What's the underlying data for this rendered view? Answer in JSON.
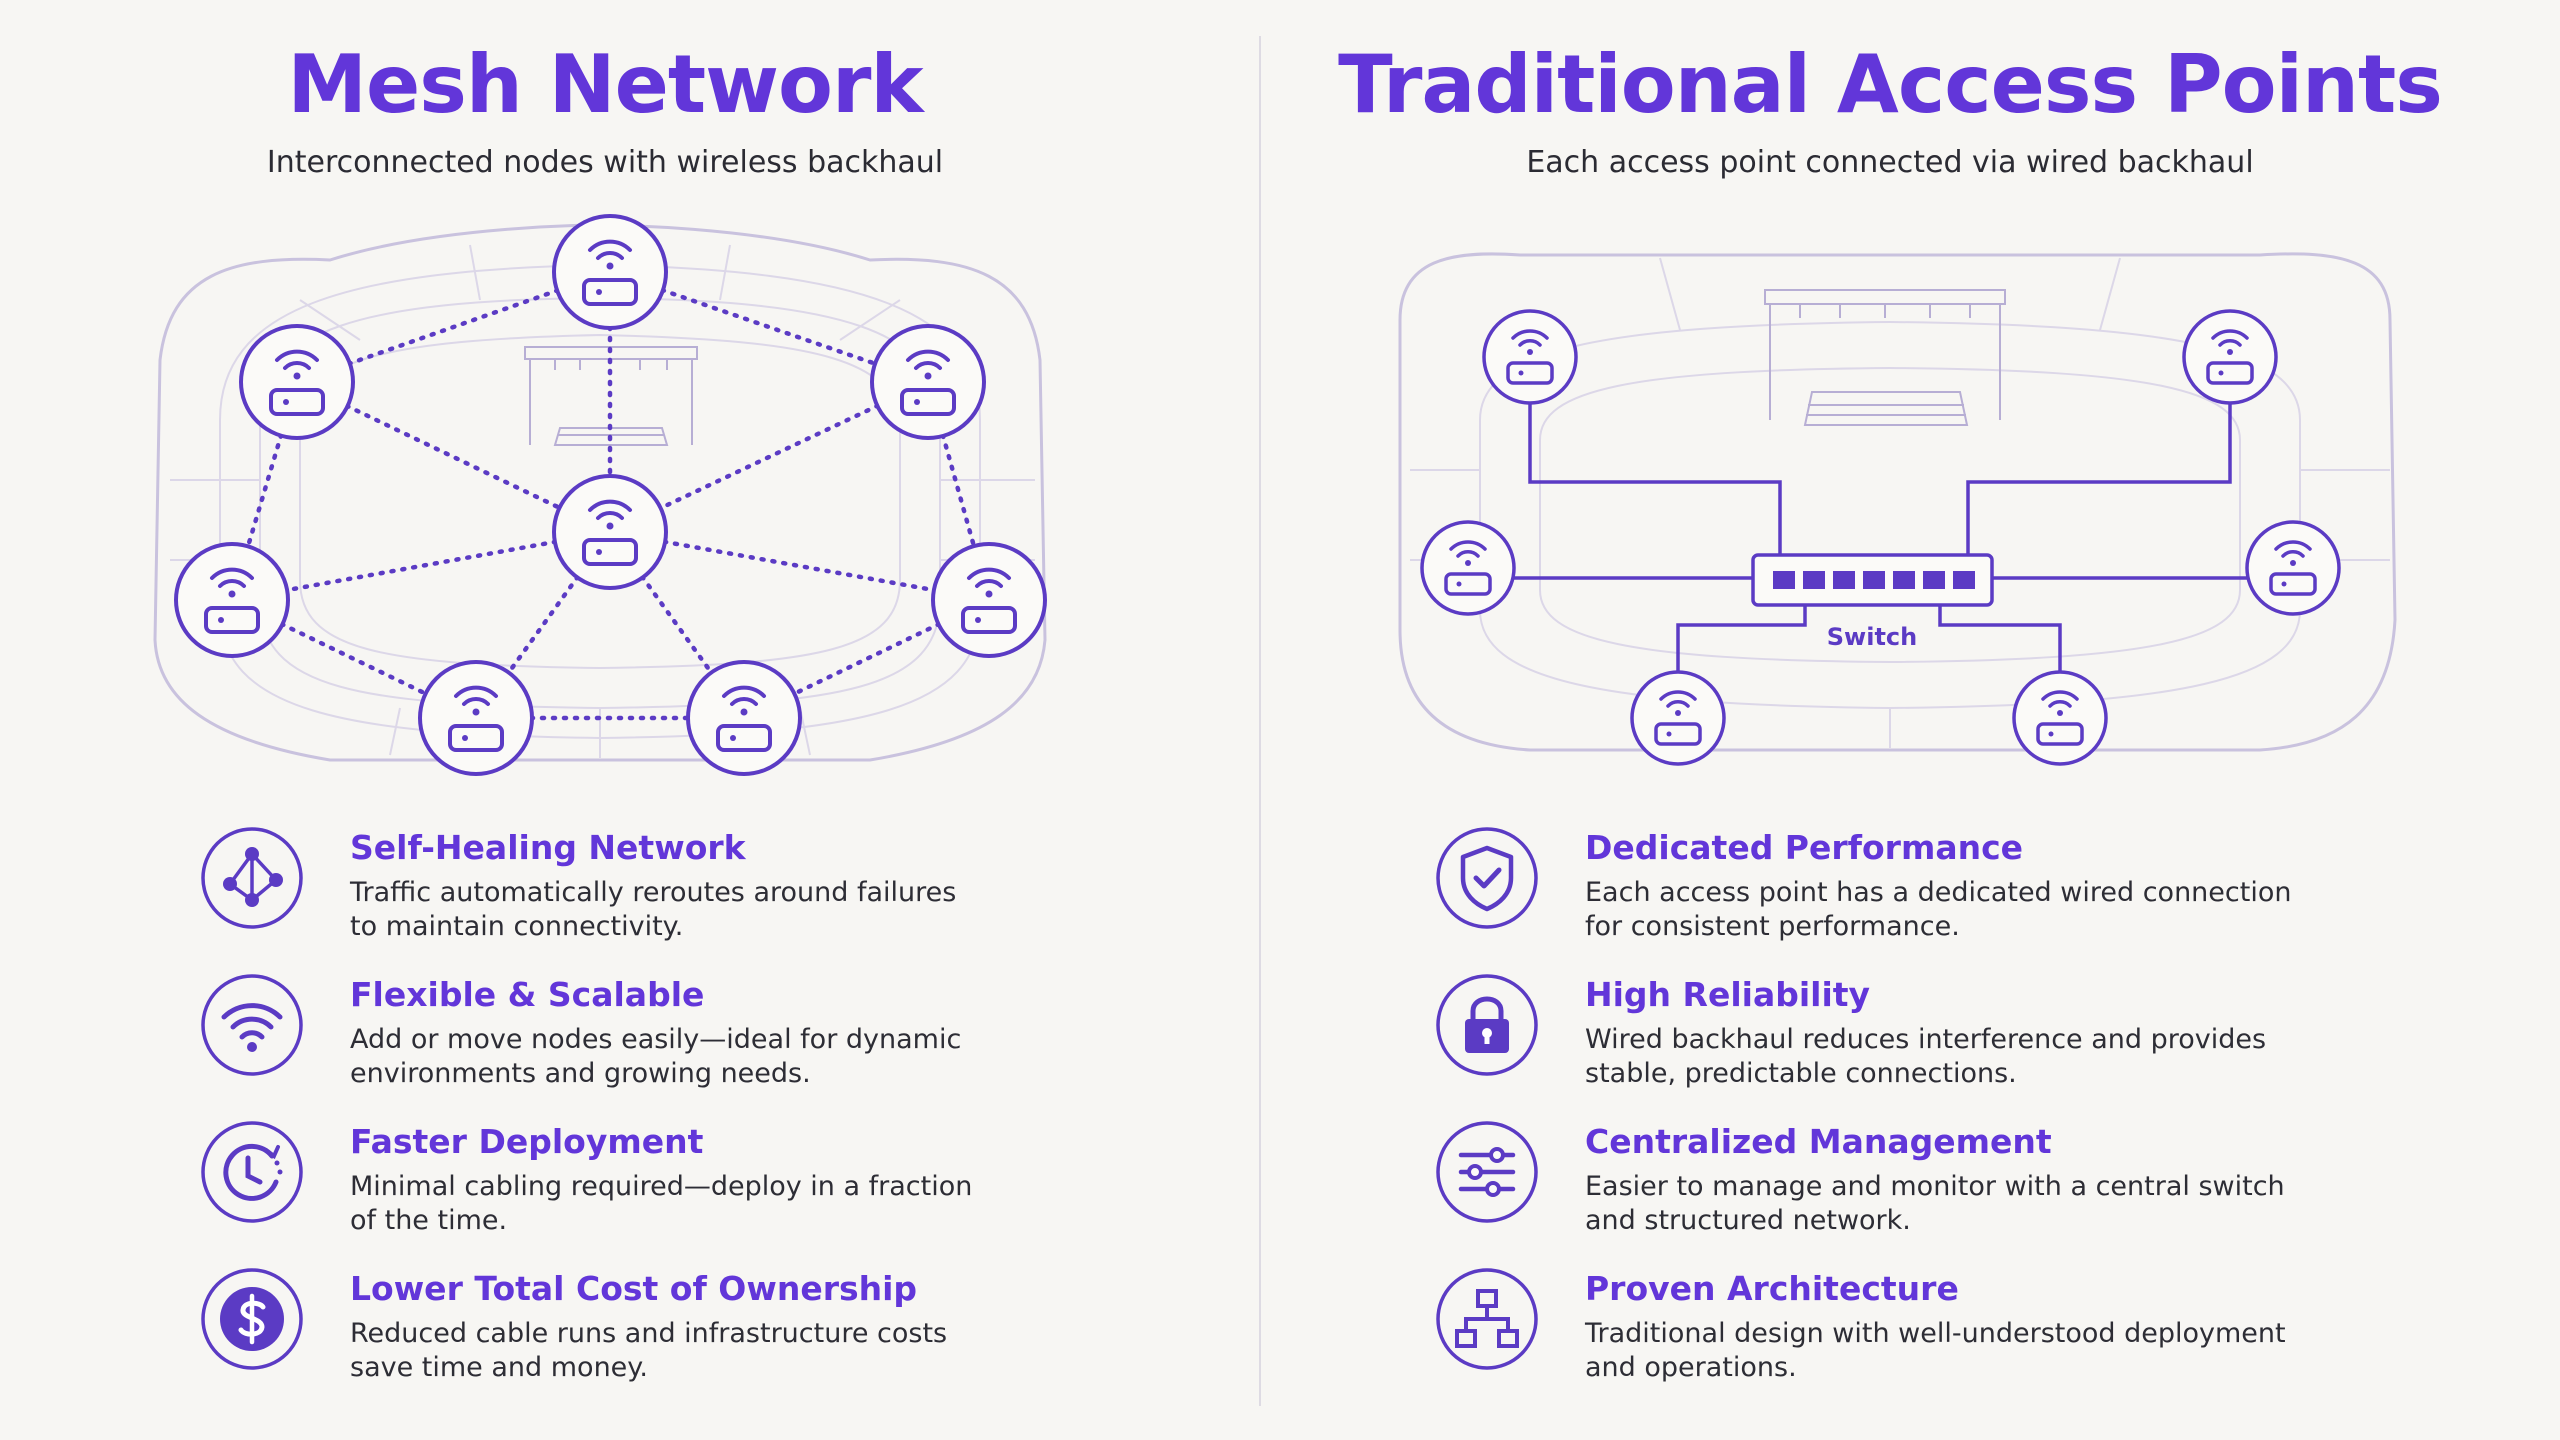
{
  "mesh": {
    "title": "Mesh Network",
    "subtitle": "Interconnected nodes with wireless backhaul",
    "features": [
      {
        "icon": "network-nodes-icon",
        "title": "Self-Healing Network",
        "line1": "Traffic automatically reroutes around failures",
        "line2": "to maintain connectivity."
      },
      {
        "icon": "wifi-icon",
        "title": "Flexible & Scalable",
        "line1": "Add or move nodes easily—ideal for dynamic",
        "line2": "environments and growing needs."
      },
      {
        "icon": "clock-arrow-icon",
        "title": "Faster Deployment",
        "line1": "Minimal cabling required—deploy in a fraction",
        "line2": "of the time."
      },
      {
        "icon": "dollar-icon",
        "title": "Lower Total Cost of Ownership",
        "line1": "Reduced cable runs and infrastructure costs",
        "line2": "save time and money."
      }
    ]
  },
  "traditional": {
    "title": "Traditional Access Points",
    "subtitle": "Each access point connected via wired backhaul",
    "switch_label": "Switch",
    "features": [
      {
        "icon": "shield-check-icon",
        "title": "Dedicated Performance",
        "line1": "Each access point has a dedicated wired connection",
        "line2": "for consistent performance."
      },
      {
        "icon": "lock-icon",
        "title": "High Reliability",
        "line1": "Wired backhaul reduces interference and provides",
        "line2": "stable, predictable connections."
      },
      {
        "icon": "sliders-icon",
        "title": "Centralized Management",
        "line1": "Easier to manage and monitor with a central switch",
        "line2": "and structured network."
      },
      {
        "icon": "hierarchy-icon",
        "title": "Proven Architecture",
        "line1": "Traditional design with well-understood deployment",
        "line2": "and operations."
      }
    ]
  },
  "colors": {
    "accent": "#6236d9",
    "node_stroke": "#5b3bc4",
    "venue_line": "#c9c2de",
    "background": "#f7f6f3"
  }
}
